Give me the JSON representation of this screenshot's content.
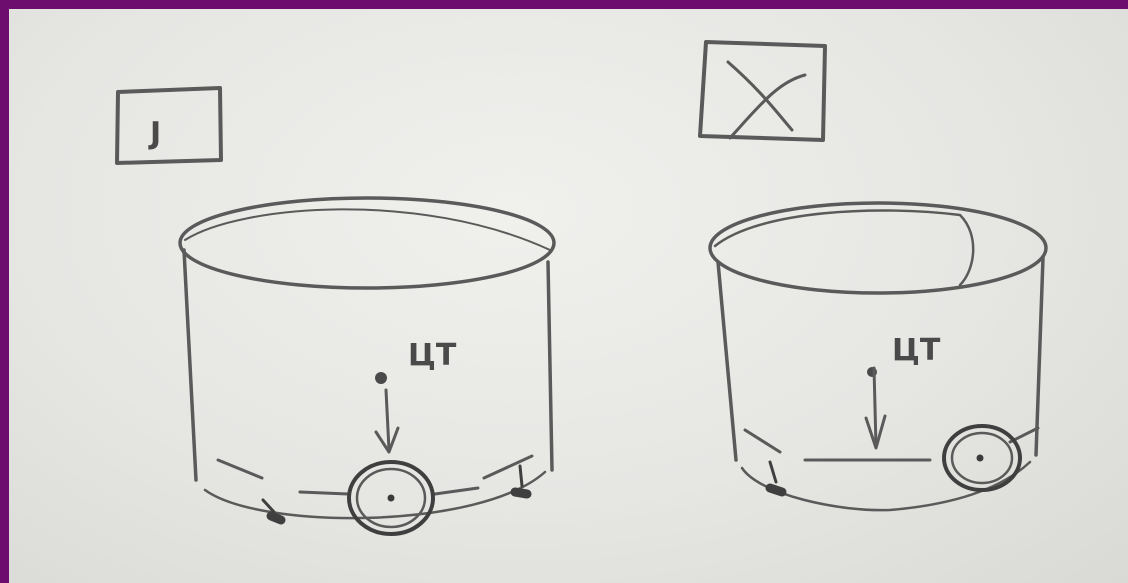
{
  "sketch": {
    "left_drawing": {
      "mark": "J",
      "cg_label": "ЦТ"
    },
    "right_drawing": {
      "mark": "X",
      "cg_label": "ЦТ"
    }
  }
}
